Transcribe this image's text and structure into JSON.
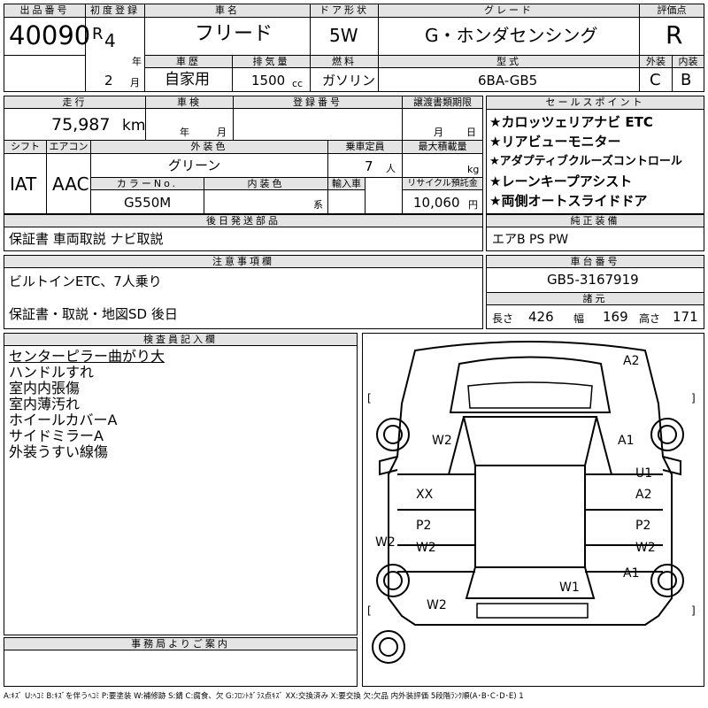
{
  "top": {
    "lot_label": "出品番号",
    "lot_no": "40090",
    "first_reg_label": "初度登録",
    "era": "R",
    "year": "4",
    "year_unit": "年",
    "month": "2",
    "month_unit": "月",
    "car_name_label": "車名",
    "car_name": "フリード",
    "door_label": "ドア形状",
    "door": "5W",
    "grade_label": "グレード",
    "grade": "G・ホンダセンシング",
    "score_label": "評価点",
    "score": "R",
    "history_label": "車歴",
    "history": "自家用",
    "displacement_label": "排気量",
    "displacement": "1500",
    "cc": "cc",
    "fuel_label": "燃料",
    "fuel": "ガソリン",
    "model_label": "型式",
    "model": "6BA-GB5",
    "ext_label": "外装",
    "ext": "C",
    "int_label": "内装",
    "int": "B"
  },
  "mid": {
    "mileage_label": "走行",
    "mileage": "75,987",
    "km": "km",
    "inspection_label": "車検",
    "nen": "年",
    "gatsu": "月",
    "reg_no_label": "登録番号",
    "transfer_label": "譲渡書類期限",
    "tsuki": "月",
    "hi": "日",
    "shift_label": "シフト",
    "shift": "IAT",
    "ac_label": "エアコン",
    "ac": "AAC",
    "color_label": "外装色",
    "color": "グリーン",
    "capacity_label": "乗車定員",
    "capacity": "7",
    "nin": "人",
    "load_label": "最大積載量",
    "kg": "kg",
    "color_no_label": "カラーNo.",
    "color_no": "G550M",
    "interior_color_label": "内装色",
    "kei": "系",
    "import_label": "輸入車",
    "recycle_label": "リサイクル預託金",
    "recycle": "10,060",
    "yen": "円",
    "sales_label": "セールスポイント",
    "sales": [
      "★カロッツェリアナビ ETC",
      "★リアビューモニター",
      "★アダプティブクルーズコントロール",
      "★レーンキープアシスト",
      "★両側オートスライドドア"
    ],
    "later_label": "後日発送部品",
    "later": "保証書 車両取説 ナビ取説",
    "std_label": "純正装備",
    "std": "エアB PS PW"
  },
  "notes": {
    "label": "注意事項欄",
    "line1": "ビルトインETC、7人乗り",
    "line2": "保証書・取説・地図SD 後日",
    "chassis_label": "車台番号",
    "chassis": "GB5-3167919",
    "dims_label": "諸元",
    "len_label": "長さ",
    "len": "426",
    "width_label": "幅",
    "width": "169",
    "height_label": "高さ",
    "height": "171"
  },
  "inspector": {
    "label": "検査員記入欄",
    "lines": [
      "センターピラー曲がり大",
      "ハンドルすれ",
      "室内内張傷",
      "室内薄汚れ",
      "ホイールカバーA",
      "サイドミラーA",
      "外装うすい線傷"
    ]
  },
  "office": {
    "label": "事務局よりご案内"
  },
  "diagram": {
    "marks": [
      "A2",
      "W2",
      "A1",
      "U1",
      "XX",
      "A2",
      "P2",
      "P2",
      "W2",
      "W2",
      "W2",
      "A1",
      "W1",
      "W2"
    ]
  },
  "legend": "A:ｷｽﾞ U:ﾍｺﾐ B:ｷｽﾞを伴うﾍｺﾐ P:要塗装 W:補修跡 S:錆 C:腐食、欠 G:ﾌﾛﾝﾄｶﾞﾗｽ点ｷｽﾞ XX:交換済み X:要交換 欠:欠品 内外装評価 5段階ﾗﾝｸ順(A･B･C･D･E) 1"
}
